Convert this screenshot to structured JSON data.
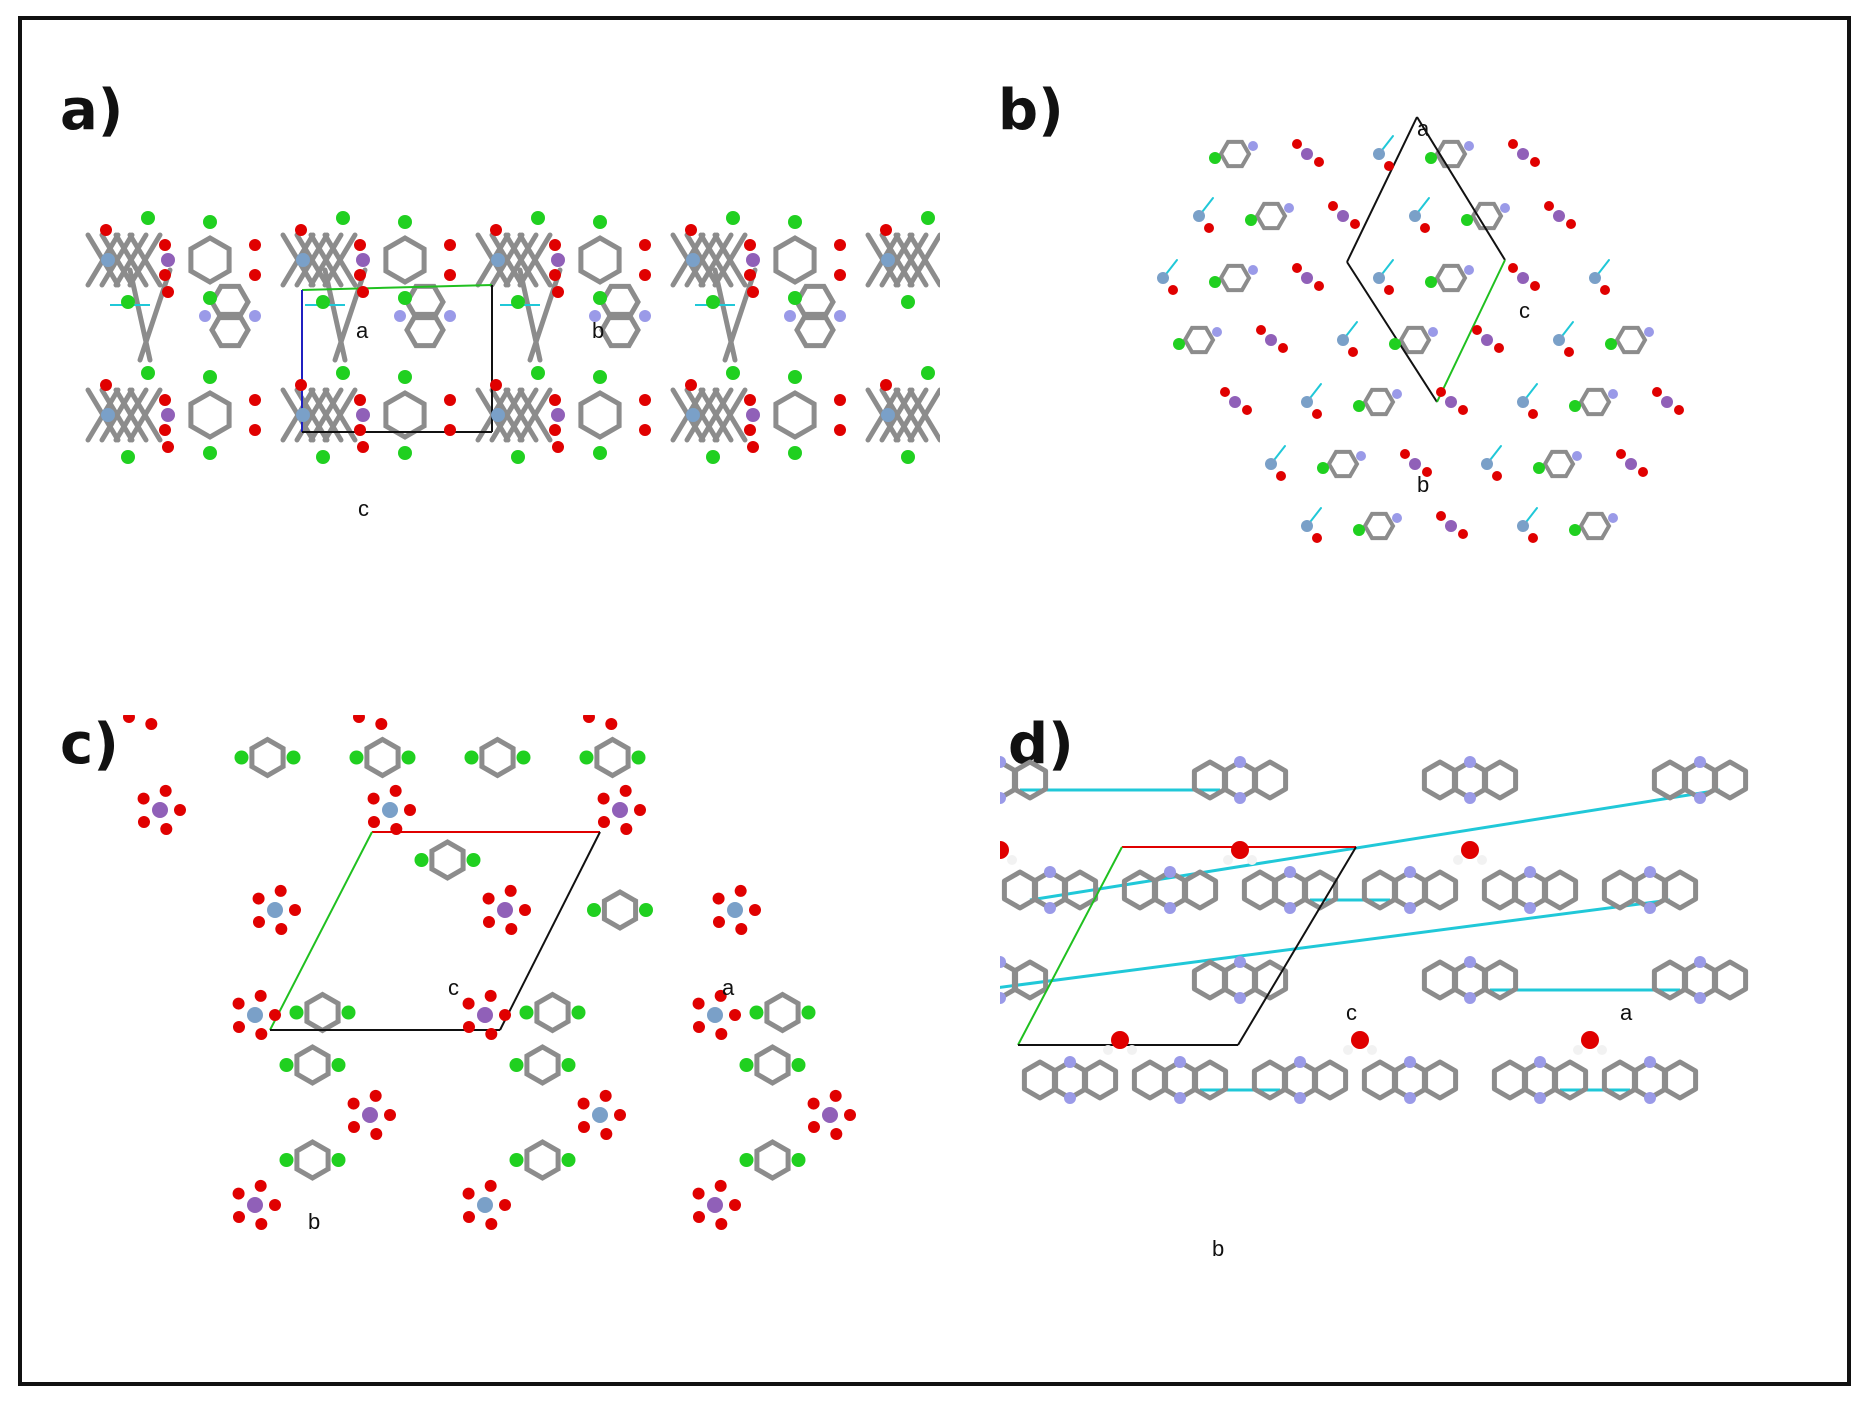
{
  "panels": [
    {
      "id": "a",
      "label": "a)",
      "axes": [
        "a",
        "b",
        "c"
      ]
    },
    {
      "id": "b",
      "label": "b)",
      "axes": [
        "a",
        "c",
        "b"
      ]
    },
    {
      "id": "c",
      "label": "c)",
      "axes": [
        "c",
        "a",
        "b"
      ]
    },
    {
      "id": "d",
      "label": "d)",
      "axes": [
        "c",
        "a",
        "b"
      ]
    }
  ],
  "colors": {
    "oxygen": "#e00000",
    "chlorine": "#20d020",
    "nitrogen": "#9a9ae8",
    "metal_blue": "#7aa0c8",
    "metal_purple": "#9060b8",
    "carbon_bond": "#8c8c8c",
    "h_bond": "#20c8d8",
    "axis_a": "#e00000",
    "axis_b": "#20c020",
    "axis_c": "#2020c0"
  }
}
